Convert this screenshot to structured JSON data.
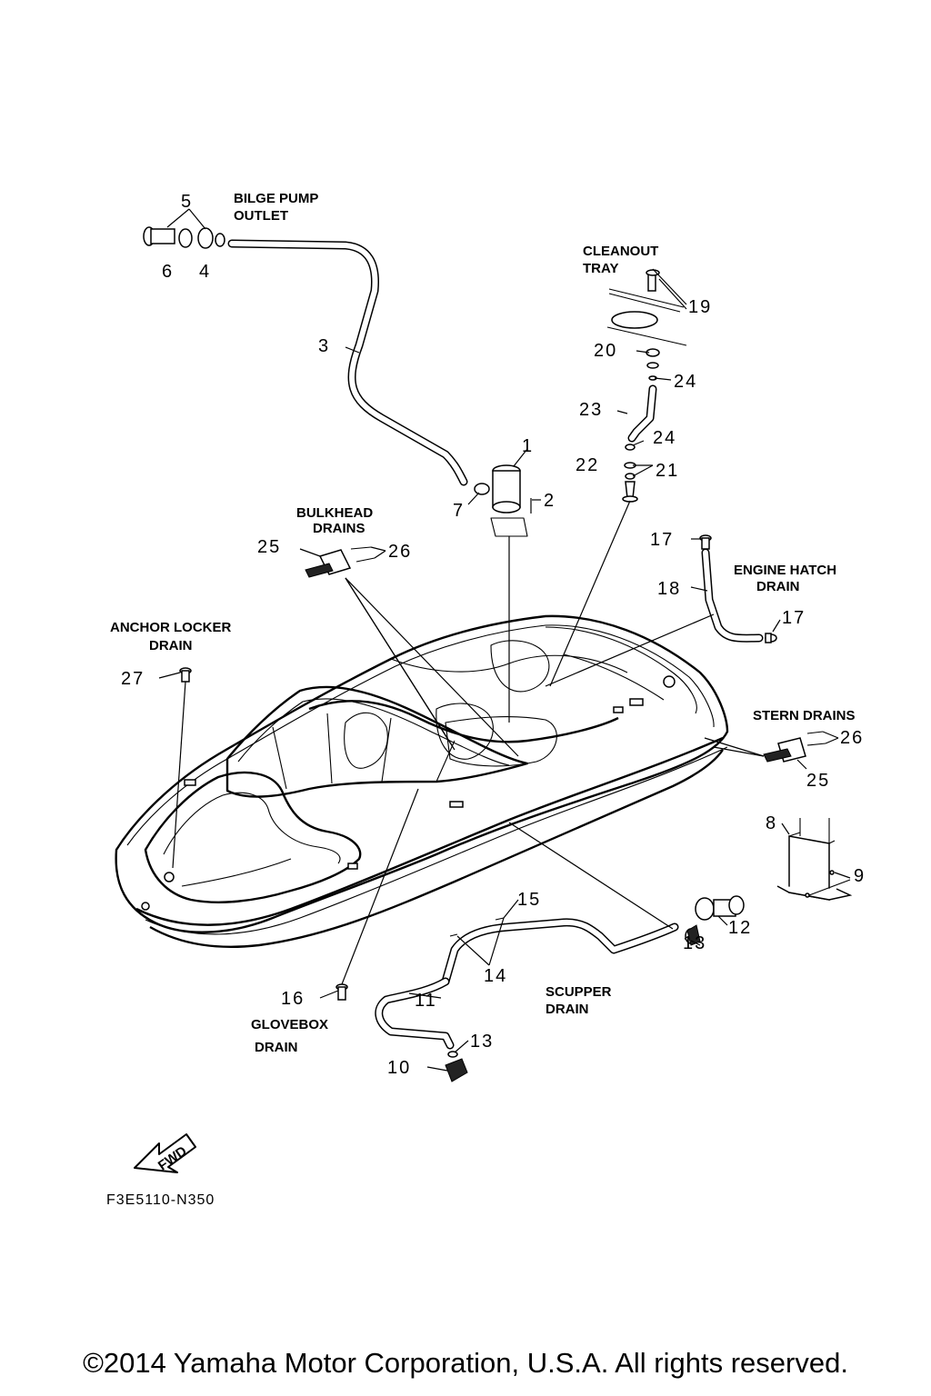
{
  "labels": {
    "bilge_pump_outlet": [
      "BILGE PUMP",
      "OUTLET"
    ],
    "cleanout_tray": [
      "CLEANOUT",
      "TRAY"
    ],
    "bulkhead_drains": [
      "BULKHEAD",
      "DRAINS"
    ],
    "engine_hatch_drain": [
      "ENGINE HATCH",
      "DRAIN"
    ],
    "anchor_locker_drain": [
      "ANCHOR LOCKER",
      "DRAIN"
    ],
    "stern_drains": [
      "STERN DRAINS"
    ],
    "scupper_drain": [
      "SCUPPER",
      "DRAIN"
    ],
    "glovebox_drain": [
      "GLOVEBOX",
      "DRAIN"
    ]
  },
  "callouts": {
    "c1": "1",
    "c2": "2",
    "c3": "3",
    "c4": "4",
    "c5": "5",
    "c6": "6",
    "c7": "7",
    "c8": "8",
    "c9": "9",
    "c10": "10",
    "c11": "11",
    "c12": "12",
    "c13a": "13",
    "c13b": "13",
    "c14": "14",
    "c15": "15",
    "c16": "16",
    "c17a": "17",
    "c17b": "17",
    "c18": "18",
    "c19": "19",
    "c20": "20",
    "c21": "21",
    "c22": "22",
    "c23": "23",
    "c24a": "24",
    "c24b": "24",
    "c25a": "25",
    "c25b": "25",
    "c26a": "26",
    "c26b": "26",
    "c27": "27"
  },
  "fwd_arrow": {
    "text": "FWD"
  },
  "diagram_code": "F3E5110-N350",
  "copyright": "©2014 Yamaha Motor Corporation, U.S.A. All rights reserved."
}
